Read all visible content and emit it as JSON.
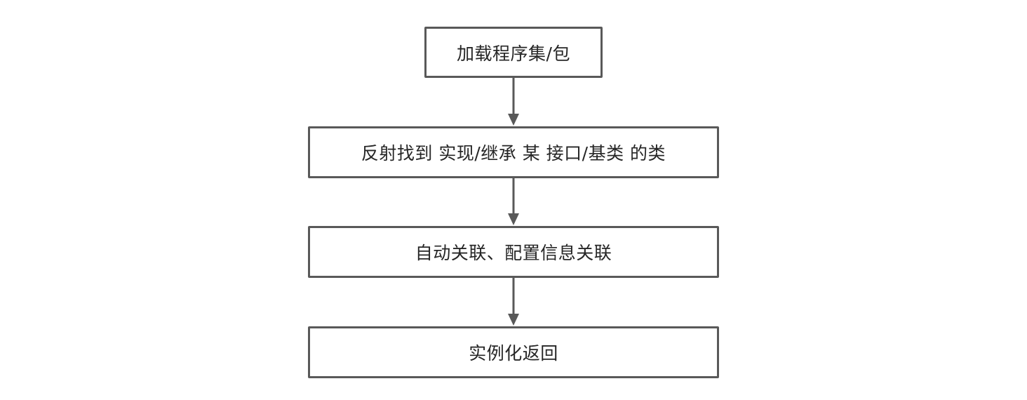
{
  "flowchart": {
    "steps": [
      {
        "id": "step-1",
        "label": "加载程序集/包"
      },
      {
        "id": "step-2",
        "label": "反射找到 实现/继承 某 接口/基类 的类"
      },
      {
        "id": "step-3",
        "label": "自动关联、配置信息关联"
      },
      {
        "id": "step-4",
        "label": "实例化返回"
      }
    ],
    "colors": {
      "stroke": "#595959",
      "text": "#262626",
      "background": "#ffffff"
    }
  }
}
